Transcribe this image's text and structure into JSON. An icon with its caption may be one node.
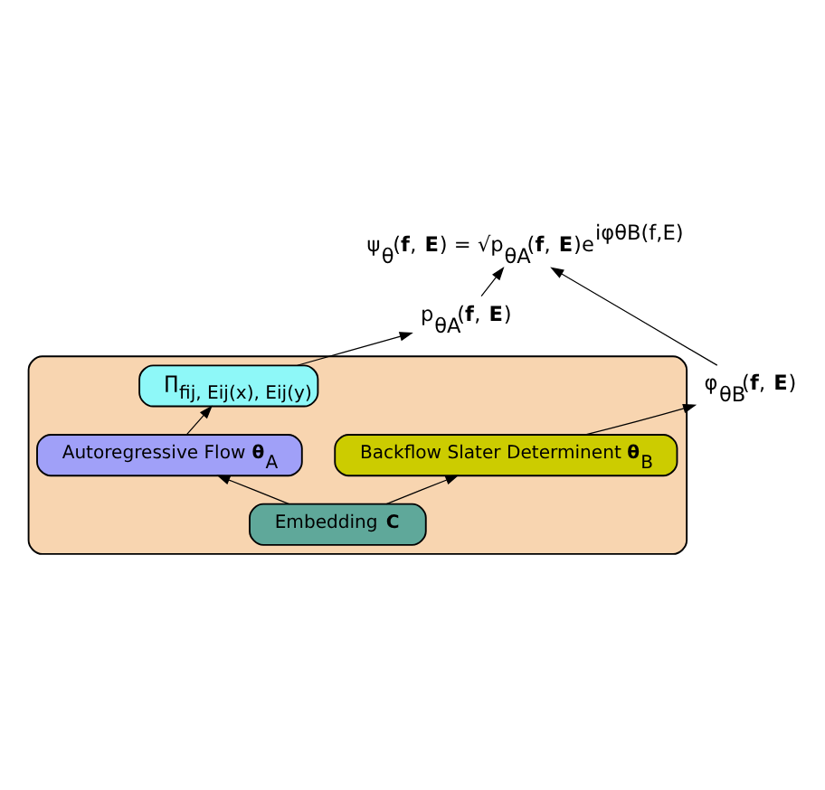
{
  "diagram": {
    "nodes": [
      {
        "text": [
          "ψ$_{θ}$(**f**, **E**) = √p$_{θA}$(**f**, **E**)e$^{iφθB(f,E)}$"
        ]
      },
      {
        "text": [
          "p$_{θA}$(**f**, **E**)"
        ]
      },
      {
        "text": [
          "φ$_{θB}$(**f**, **E**)"
        ]
      },
      {
        "text": [],
        "shape": "box"
      },
      {
        "text": [
          "∏$_{fij, Eij(x), Eij(y)}$"
        ],
        "in": 3
      },
      {
        "text": [
          "Autoregressive Flow **θ**$_{A}$"
        ],
        "in": 3
      },
      {
        "text": [
          "Backflow Slater Determinent **θ**$_{B}$"
        ],
        "in": 3
      },
      {
        "text": [
          "Embedding **C**"
        ],
        "in": 3
      }
    ],
    "edges": [
      {
        "from": 7,
        "to": 5,
        "arrow": "to"
      },
      {
        "from": 7,
        "to": 6,
        "arrow": "to"
      },
      {
        "from": 5,
        "to": 4,
        "arrow": "to"
      },
      {
        "from": 4,
        "to": 1,
        "arrow": "to"
      },
      {
        "from": 6,
        "to": 2,
        "arrow": "to"
      },
      {
        "from": 1,
        "to": 0,
        "arrow": "to"
      },
      {
        "from": 2,
        "to": 0,
        "arrow": "to"
      }
    ]
  }
}
